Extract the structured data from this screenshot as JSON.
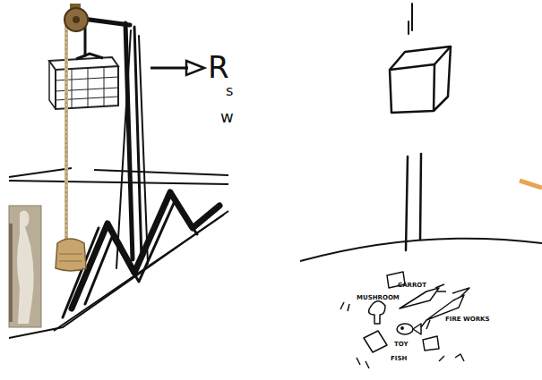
{
  "diagram": {
    "labels": [
      "R",
      "s",
      "w",
      "MUSHROOM",
      "CARROT",
      "FIRE WORKS",
      "TOY",
      "FISH"
    ]
  }
}
